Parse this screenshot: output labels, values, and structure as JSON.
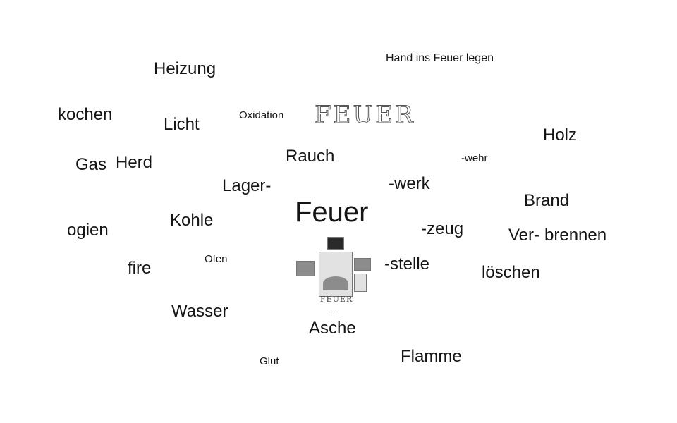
{
  "words": {
    "hand_ins_feuer": "Hand ins Feuer legen",
    "heizung": "Heizung",
    "kochen": "kochen",
    "licht": "Licht",
    "oxidation": "Oxidation",
    "holz": "Holz",
    "gas": "Gas",
    "herd": "Herd",
    "rauch": "Rauch",
    "wehr": "-wehr",
    "lager": "Lager-",
    "werk": "-werk",
    "brand": "Brand",
    "feuer": "Feuer",
    "kohle": "Kohle",
    "zeug": "-zeug",
    "ver": "Ver-",
    "brennen": "brennen",
    "ogien": "ogien",
    "ofen": "Ofen",
    "stelle": "-stelle",
    "fire": "fire",
    "loeschen": "löschen",
    "wasser": "Wasser",
    "asche": "Asche",
    "flamme": "Flamme",
    "glut": "Glut"
  },
  "artwork": {
    "handwritten_title": "FEUER",
    "collage_caption": "FEUER"
  }
}
